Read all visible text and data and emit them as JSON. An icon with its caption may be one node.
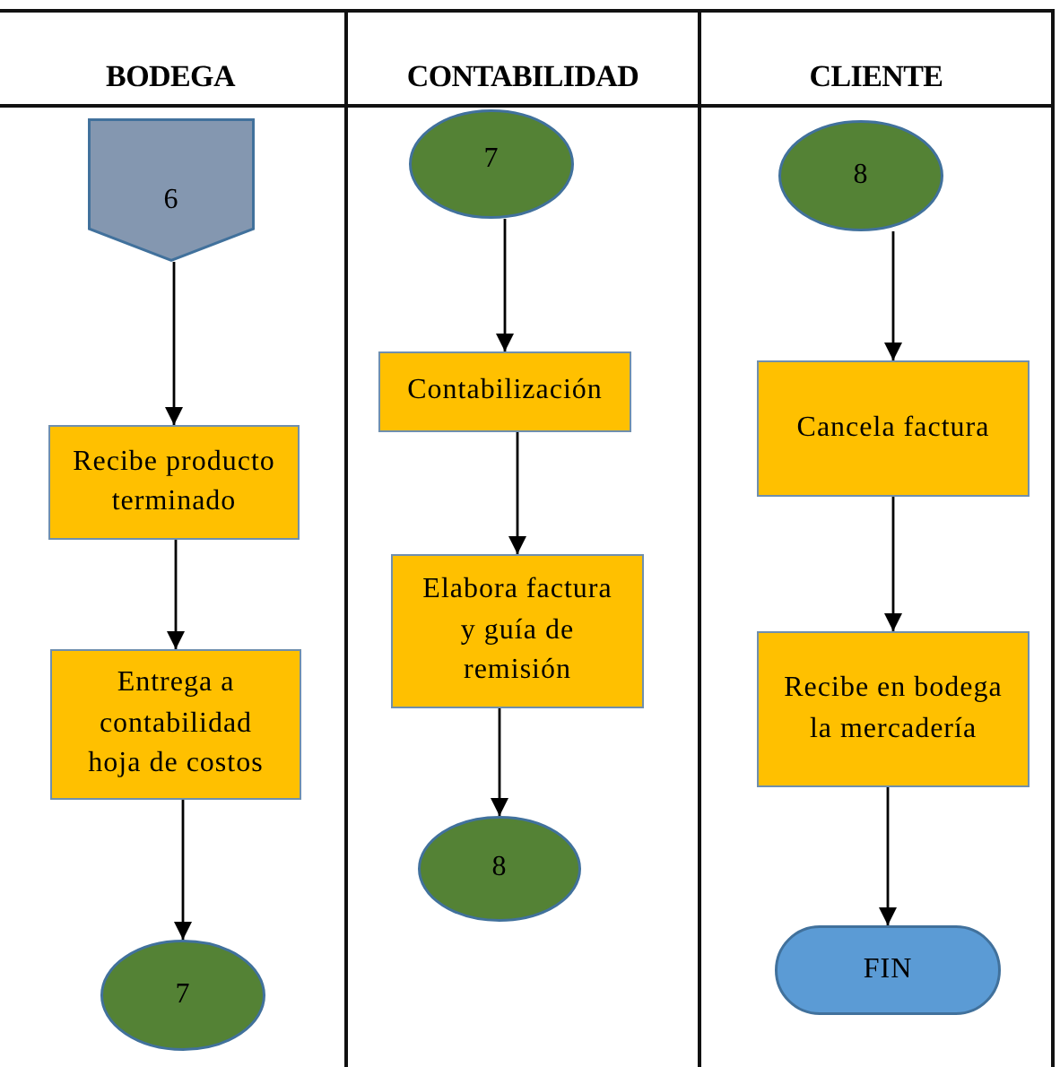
{
  "diagram": {
    "nodes": [
      {
        "text": [
          "BODEGA"
        ]
      },
      {
        "text": [
          "6"
        ],
        "in": 0
      },
      {
        "text": [
          "Recibe producto terminado"
        ],
        "in": 0
      },
      {
        "text": [
          "Entrega a contabilidad hoja de costos"
        ],
        "in": 0
      },
      {
        "text": [
          "7"
        ],
        "in": 0
      },
      {
        "text": [
          "CONTABILIDAD"
        ]
      },
      {
        "text": [
          "7"
        ],
        "in": 5
      },
      {
        "text": [
          "Contabilización"
        ],
        "in": 5
      },
      {
        "text": [
          "Elabora factura y guía de remisión"
        ],
        "in": 5
      },
      {
        "text": [
          "8"
        ],
        "in": 5
      },
      {
        "text": [
          "CLIENTE"
        ]
      },
      {
        "text": [
          "8"
        ],
        "in": 10
      },
      {
        "text": [
          "Cancela factura"
        ],
        "in": 10
      },
      {
        "text": [
          "Recibe en bodega la mercadería"
        ],
        "in": 10
      },
      {
        "text": [
          "FIN"
        ],
        "in": 10
      }
    ],
    "edges": [
      {
        "from": 1,
        "to": 2,
        "arrow": "to"
      },
      {
        "from": 2,
        "to": 3,
        "arrow": "to"
      },
      {
        "from": 3,
        "to": 4,
        "arrow": "to"
      },
      {
        "from": 6,
        "to": 7,
        "arrow": "to"
      },
      {
        "from": 7,
        "to": 8,
        "arrow": "to"
      },
      {
        "from": 8,
        "to": 9,
        "arrow": "to"
      },
      {
        "from": 11,
        "to": 12,
        "arrow": "to"
      },
      {
        "from": 12,
        "to": 13,
        "arrow": "to"
      },
      {
        "from": 13,
        "to": 14,
        "arrow": "to"
      }
    ]
  }
}
